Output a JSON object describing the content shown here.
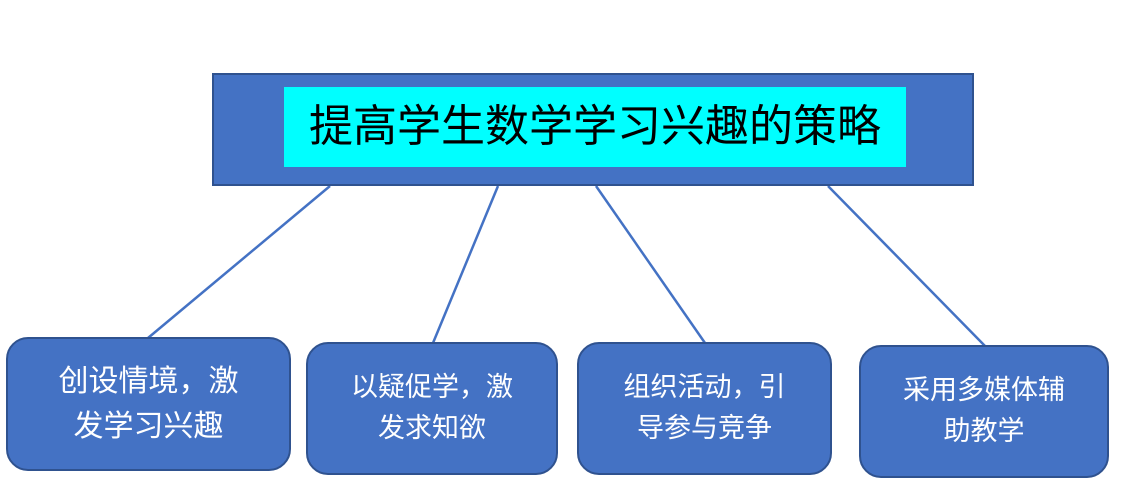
{
  "diagram": {
    "root": {
      "title": "提高学生数学学习兴趣的策略"
    },
    "children": [
      {
        "label": "创设情境，激\n发学习兴趣"
      },
      {
        "label": "以疑促学，激\n发求知欲"
      },
      {
        "label": "组织活动，引\n导参与竞争"
      },
      {
        "label": "采用多媒体辅\n助教学"
      }
    ],
    "colors": {
      "box_fill": "#4472c4",
      "box_border": "#2f528f",
      "title_highlight": "#00ffff",
      "title_text": "#000000",
      "child_text": "#ffffff",
      "connector": "#4472c4"
    }
  }
}
